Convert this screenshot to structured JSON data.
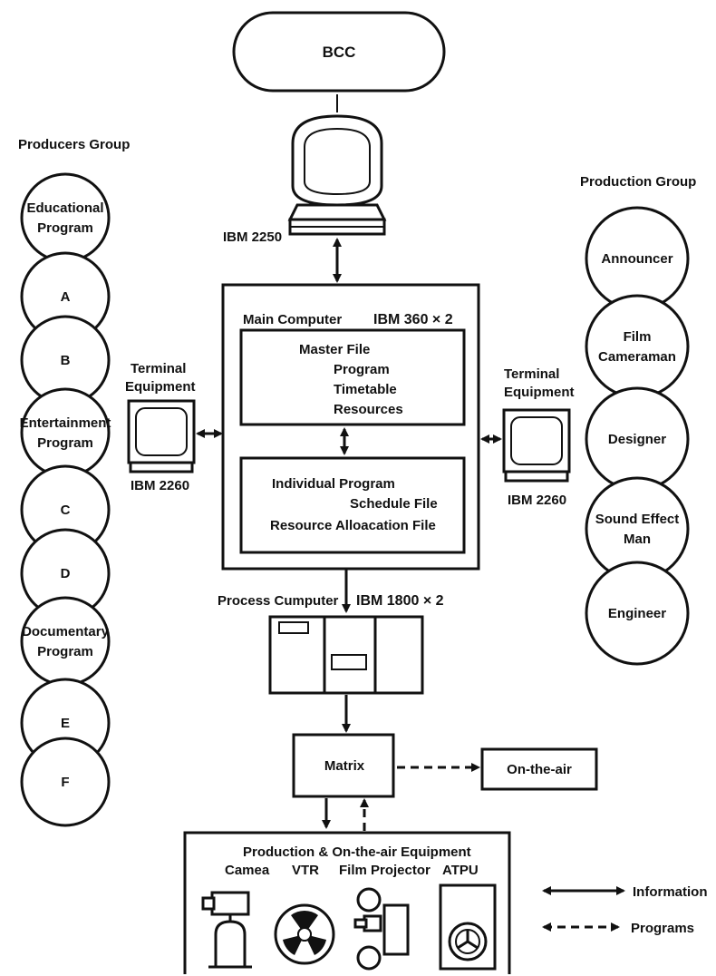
{
  "top": {
    "label": "BCC"
  },
  "producers": {
    "title": "Producers Group",
    "circles": [
      [
        "Educational",
        "Program"
      ],
      [
        "A"
      ],
      [
        "B"
      ],
      [
        "Entertainment",
        "Program"
      ],
      [
        "C"
      ],
      [
        "D"
      ],
      [
        "Documentary",
        "Program"
      ],
      [
        "E"
      ],
      [
        "F"
      ]
    ]
  },
  "production": {
    "title": "Production Group",
    "circles": [
      [
        "Announcer"
      ],
      [
        "Film",
        "Cameraman"
      ],
      [
        "Designer"
      ],
      [
        "Sound Effect",
        "Man"
      ],
      [
        "Engineer"
      ]
    ]
  },
  "display_2250": {
    "label": "IBM 2250"
  },
  "main_computer": {
    "title": "Main Computer",
    "model": "IBM  360 × 2",
    "master_file": [
      "Master File",
      "Program",
      "Timetable",
      "Resources"
    ],
    "individual_file": [
      "Individual Program",
      "Schedule File",
      "Resource Alloacation File"
    ]
  },
  "terminal_left": {
    "title": [
      "Terminal",
      "Equipment"
    ],
    "model": "IBM 2260"
  },
  "terminal_right": {
    "title": [
      "Terminal",
      "Equipment"
    ],
    "model": "IBM 2260"
  },
  "process_computer": {
    "title": "Process Cumputer",
    "model": "IBM 1800 × 2"
  },
  "matrix": {
    "label": "Matrix"
  },
  "on_air": {
    "label": "On-the-air"
  },
  "equipment": {
    "title": "Production & On-the-air Equipment",
    "items": [
      "Camea",
      "VTR",
      "Film Projector",
      "ATPU"
    ]
  },
  "legend": {
    "information": "Information",
    "programs": "Programs"
  }
}
